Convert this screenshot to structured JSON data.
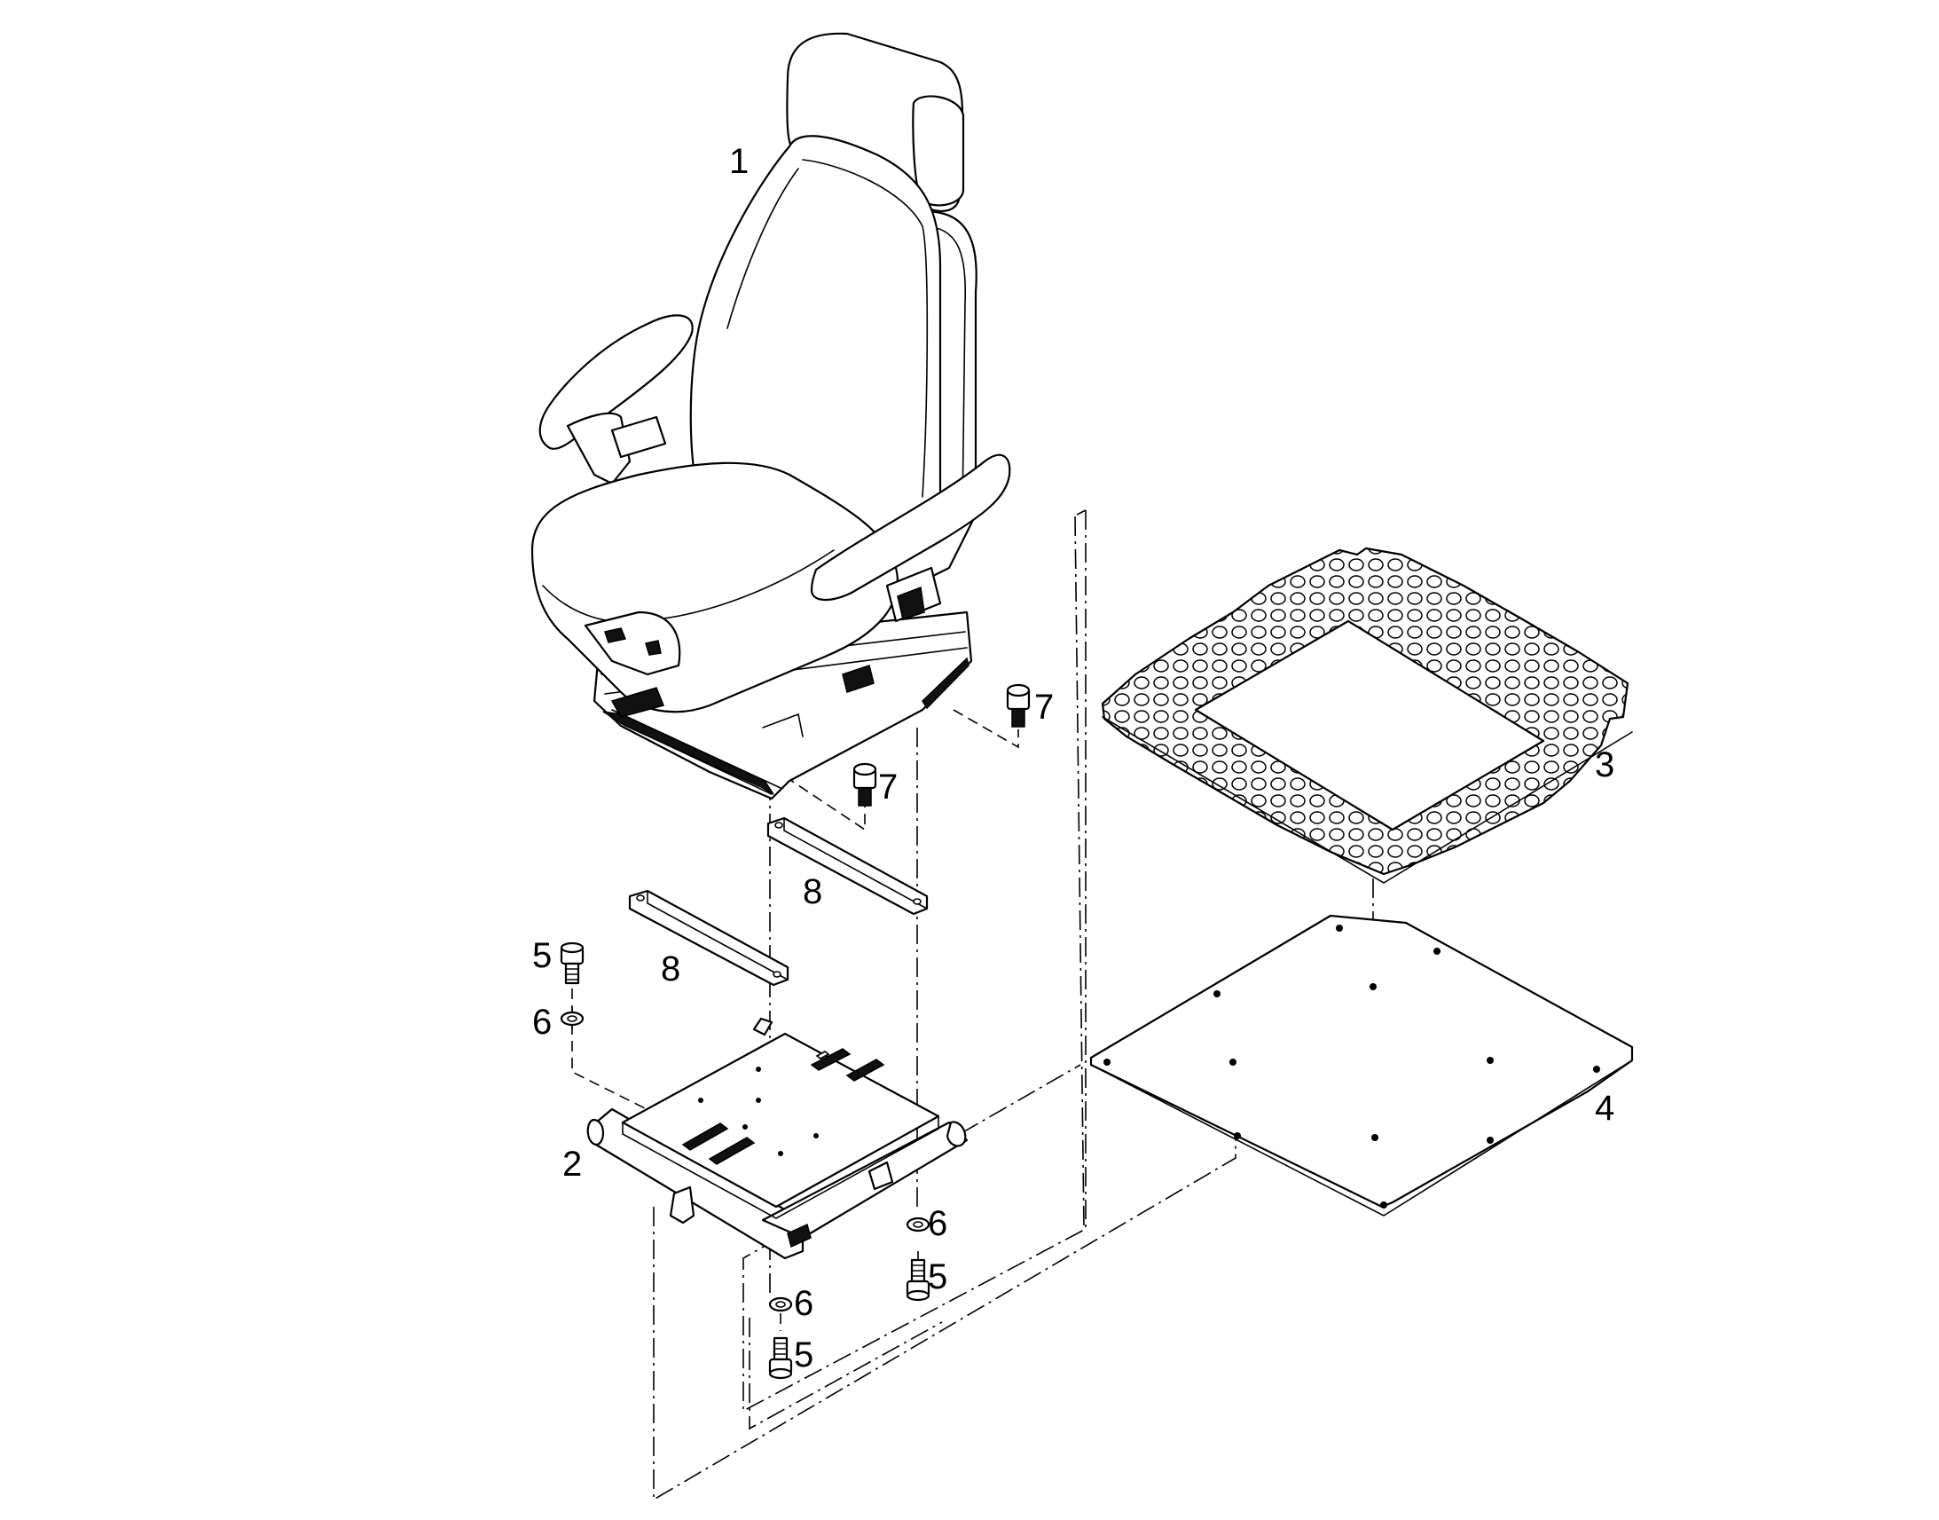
{
  "diagram": {
    "callouts": [
      {
        "id": "seat",
        "label": "1"
      },
      {
        "id": "slide-rails",
        "label": "2"
      },
      {
        "id": "mat",
        "label": "3"
      },
      {
        "id": "floor-plate",
        "label": "4"
      },
      {
        "id": "bolt-a",
        "label": "5"
      },
      {
        "id": "washer-a",
        "label": "6"
      },
      {
        "id": "bolt-b",
        "label": "5"
      },
      {
        "id": "washer-b",
        "label": "6"
      },
      {
        "id": "bolt-c",
        "label": "5"
      },
      {
        "id": "washer-c",
        "label": "6"
      },
      {
        "id": "screw-a",
        "label": "7"
      },
      {
        "id": "screw-b",
        "label": "7"
      },
      {
        "id": "spacer-a",
        "label": "8"
      },
      {
        "id": "spacer-b",
        "label": "8"
      }
    ]
  }
}
